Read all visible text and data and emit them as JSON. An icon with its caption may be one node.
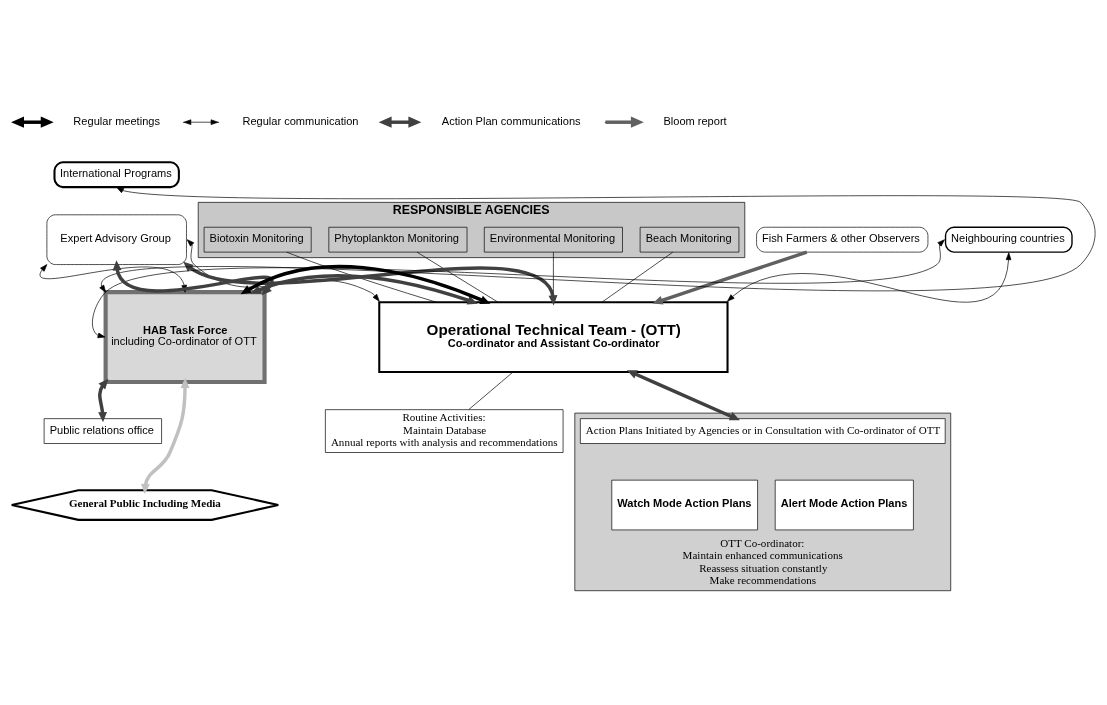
{
  "diagram": {
    "nodes": [
      {
        "text": [
          "Neighbouring countries"
        ]
      },
      {
        "text": [
          "International Programs"
        ]
      },
      {
        "text": [
          "RESPONSIBLE AGENCIES"
        ]
      },
      {
        "text": [
          "Biotoxin Monitoring"
        ],
        "in": 2
      },
      {
        "text": [
          "Phytoplankton Monitoring"
        ],
        "in": 2
      },
      {
        "text": [
          "Environmental Monitoring"
        ],
        "in": 2
      },
      {
        "text": [
          "Beach Monitoring"
        ],
        "in": 2
      },
      {
        "text": [
          "Fish Farmers & other Observers"
        ]
      },
      {
        "text": [
          "Expert Advisory Group"
        ]
      },
      {
        "text": [
          "HAB Task Force",
          "including Co-ordinator of OTT"
        ]
      },
      {
        "text": [
          "Operational Technical Team - (OTT)",
          "Co-ordinator and Assistant Co-ordinator"
        ]
      },
      {
        "text": [
          "Routine Activities:",
          "Maintain Database",
          "Annual reports with analysis and recommendations"
        ]
      },
      {
        "text": [
          "OTT Co-ordinator:",
          "Maintain enhanced communications",
          "Reassess situation constantly",
          "Make recommendations"
        ]
      },
      {
        "text": [
          "Action Plans Initiated by Agencies or in Consultation with Co-ordinator of OTT"
        ],
        "in": 12
      },
      {
        "text": [
          "Watch Mode Action Plans"
        ],
        "in": 12
      },
      {
        "text": [
          "Alert Mode Action Plans"
        ],
        "in": 12
      },
      {
        "text": [
          "Public relations office"
        ]
      },
      {
        "text": [
          "General Public Including Media"
        ]
      }
    ],
    "edges": [
      {
        "from": 9,
        "to": 0,
        "arrow": "both"
      },
      {
        "from": 9,
        "to": 1,
        "arrow": "both"
      },
      {
        "from": 9,
        "to": 8,
        "arrow": "both"
      },
      {
        "from": 9,
        "to": 8,
        "arrow": "both",
        "style": "thick",
        "color": "#404040"
      },
      {
        "from": 8,
        "to": 10,
        "arrow": "both"
      },
      {
        "from": 8,
        "to": 10,
        "arrow": "both",
        "style": "thick",
        "color": "#404040"
      },
      {
        "from": 9,
        "to": 10,
        "arrow": "both",
        "style": "thick",
        "color": "#404040"
      },
      {
        "from": 9,
        "to": 10,
        "arrow": "both",
        "style": "thick"
      },
      {
        "from": 3,
        "to": 10,
        "arrow": "none"
      },
      {
        "from": 4,
        "to": 10,
        "arrow": "none"
      },
      {
        "from": 5,
        "to": 10,
        "arrow": "none"
      },
      {
        "from": 6,
        "to": 10,
        "arrow": "none"
      },
      {
        "from": 7,
        "to": 10,
        "arrow": "to",
        "style": "thick",
        "color": "#606060"
      },
      {
        "from": 0,
        "to": 10,
        "arrow": "both"
      },
      {
        "from": 10,
        "to": 11,
        "arrow": "none"
      },
      {
        "from": 10,
        "to": 13,
        "arrow": "both",
        "style": "thick",
        "color": "#404040"
      },
      {
        "from": 9,
        "to": 16,
        "arrow": "both",
        "style": "thick",
        "color": "#404040"
      },
      {
        "from": 9,
        "to": 17,
        "arrow": "both",
        "style": "thick",
        "color": "#c0c0c0"
      }
    ],
    "legend": [
      {
        "text": "Regular meetings"
      },
      {
        "text": "Regular communication"
      },
      {
        "text": "Action Plan communications"
      },
      {
        "text": "Bloom report"
      }
    ]
  }
}
